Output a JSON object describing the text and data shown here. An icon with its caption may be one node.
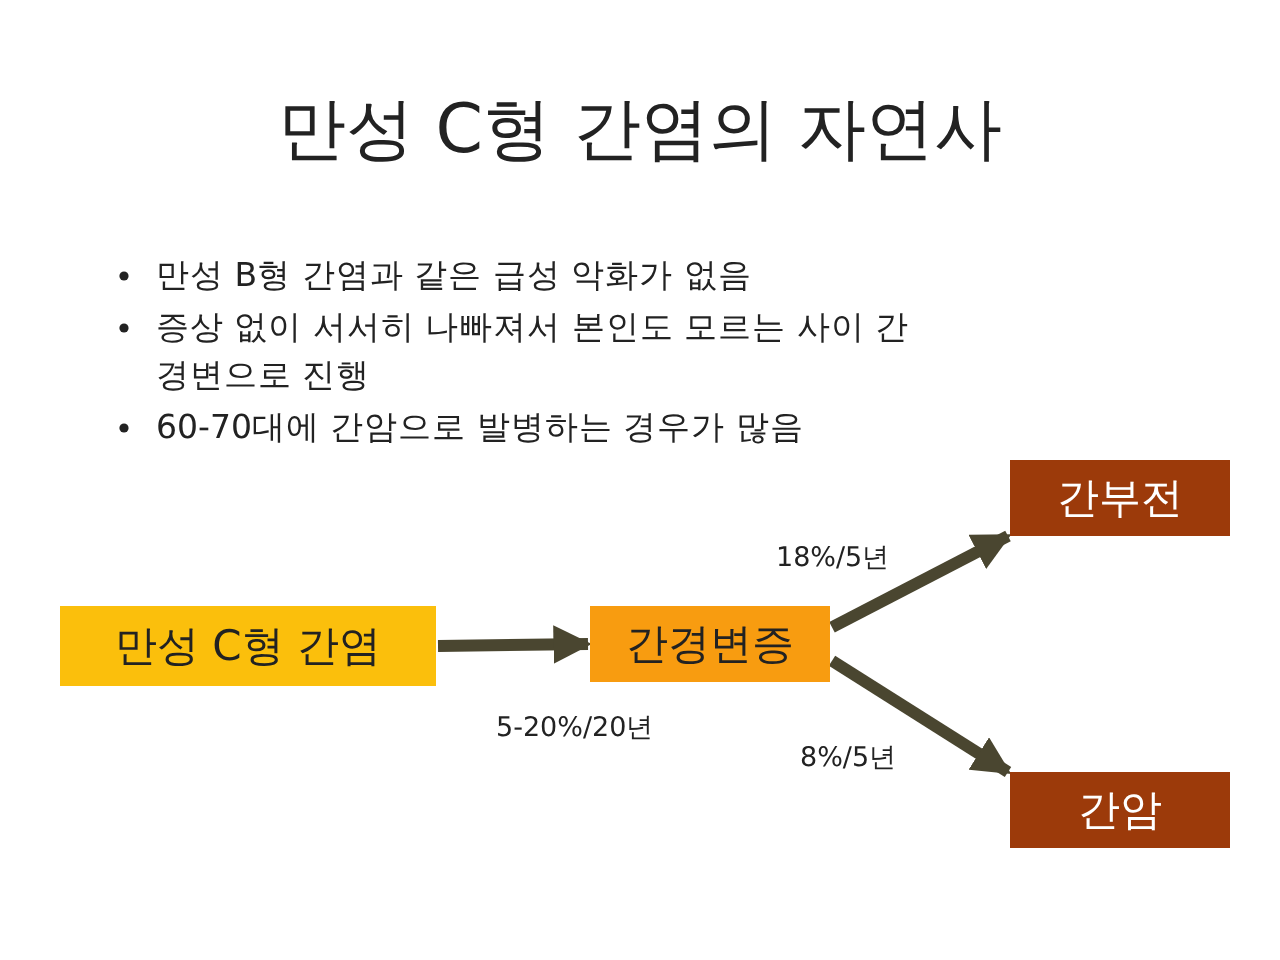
{
  "diagram": {
    "title": "만성 C형 간염의 자연사",
    "nodes": [
      {
        "text": [
          "만성 C형 간염"
        ]
      },
      {
        "text": [
          "간경변증"
        ]
      },
      {
        "text": [
          "간부전"
        ]
      },
      {
        "text": [
          "간암"
        ]
      }
    ],
    "edges": [
      {
        "from": 0,
        "to": 1,
        "arrow": "to",
        "label": "5-20%/20년"
      },
      {
        "from": 1,
        "to": 2,
        "arrow": "to",
        "label": "18%/5년"
      },
      {
        "from": 1,
        "to": 3,
        "arrow": "to",
        "label": "8%/5년"
      }
    ],
    "labels": [
      "만성 B형 간염과 같은 급성 악화가 없음",
      "증상 없이 서서히 나빠져서 본인도 모르는 사이 간경변으로 진행",
      "60-70대에 간암으로 발병하는 경우가 많음"
    ]
  }
}
